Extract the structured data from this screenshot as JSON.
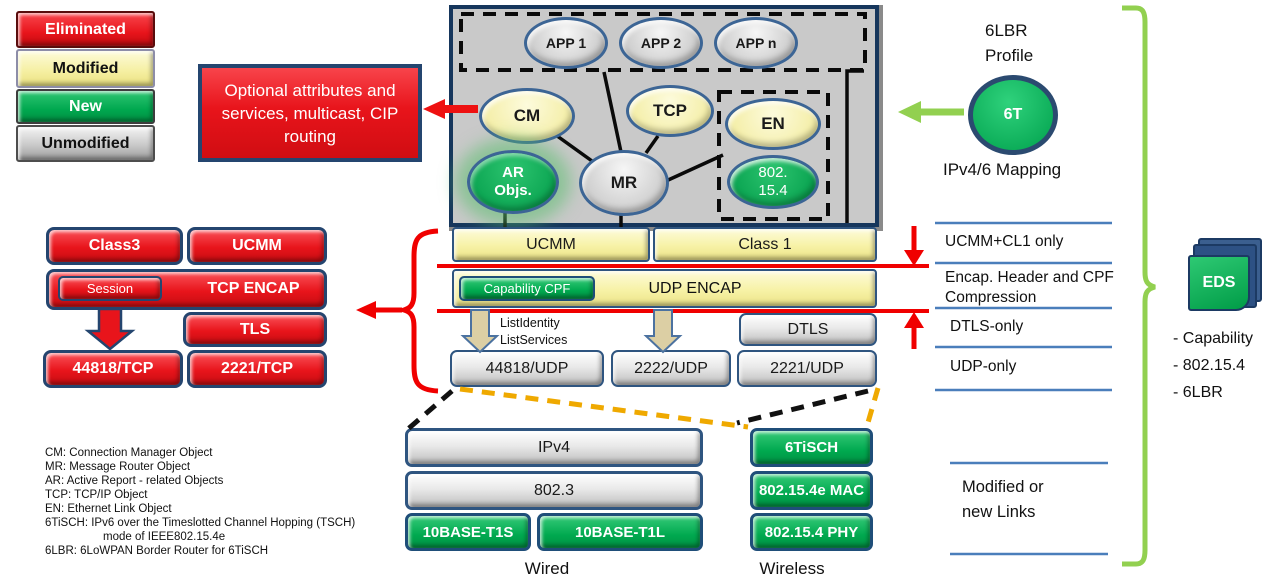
{
  "colors": {
    "red": "#E8141B",
    "yellow": "#F6F0A2",
    "green": "#00A84F",
    "gray_box": "#C9C9C9",
    "navy": "#24456F",
    "annotation_blue": "#4A7EBB",
    "bracket_green": "#92D050",
    "dash_orange": "#EFA900"
  },
  "legend": {
    "items": [
      "Eliminated",
      "Modified",
      "New",
      "Unmodified"
    ]
  },
  "callout": {
    "text": "Optional attributes and services, multicast, CIP routing"
  },
  "tcp_stack": {
    "class3": "Class3",
    "ucmm": "UCMM",
    "session": "Session",
    "tcp_encap": "TCP ENCAP",
    "tls": "TLS",
    "port_44818": "44818/TCP",
    "port_2221": "2221/TCP"
  },
  "object_model": {
    "apps": [
      "APP 1",
      "APP 2",
      "APP n"
    ],
    "cm": "CM",
    "tcp": "TCP",
    "en": "EN",
    "ar_objs": "AR Objs.",
    "mr": "MR",
    "wpan": "802. 15.4"
  },
  "encap_layer": {
    "ucmm": "UCMM",
    "class1": "Class 1",
    "capability_cpf": "Capability CPF",
    "udp_encap": "UDP ENCAP",
    "list_identity": "ListIdentity",
    "list_services": "ListServices",
    "dtls": "DTLS",
    "port_44818": "44818/UDP",
    "port_2222": "2222/UDP",
    "port_2221": "2221/UDP"
  },
  "wired_stack": {
    "ipv4": "IPv4",
    "ieee8023": "802.3",
    "t1s": "10BASE-T1S",
    "t1l": "10BASE-T1L",
    "label": "Wired"
  },
  "wireless_stack": {
    "tisch": "6TiSCH",
    "mac": "802.15.4e MAC",
    "phy": "802.15.4 PHY",
    "label": "Wireless"
  },
  "right_panel": {
    "profile_line1": "6LBR",
    "profile_line2": "Profile",
    "circle_label": "6T",
    "mapping": "IPv4/6 Mapping",
    "annotations": [
      "UCMM+CL1 only",
      "Encap. Header and CPF Compression",
      "DTLS-only",
      "UDP-only"
    ],
    "links_note": "Modified or new Links",
    "eds_label": "EDS",
    "eds_items": [
      "- Capability",
      "- 802.15.4",
      "- 6LBR"
    ]
  },
  "glossary": {
    "lines": [
      "CM: Connection Manager Object",
      "MR: Message Router Object",
      "AR: Active Report - related Objects",
      "TCP: TCP/IP Object",
      "EN: Ethernet Link Object",
      "6TiSCH: IPv6 over the Timeslotted Channel Hopping (TSCH)",
      "mode of IEEE802.15.4e",
      "6LBR: 6LoWPAN Border Router for 6TiSCH"
    ]
  }
}
